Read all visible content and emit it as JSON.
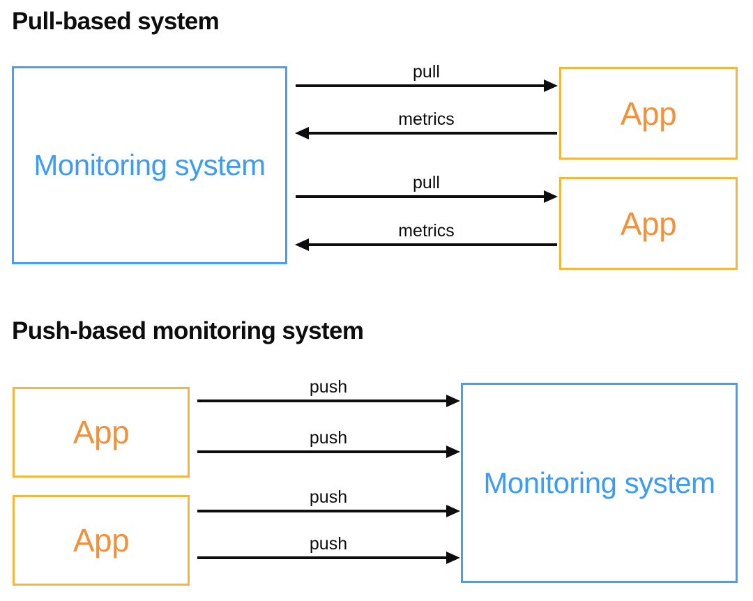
{
  "colors": {
    "blue": "#41A0F7",
    "blue_text": "#3D9BF5",
    "orange_border": "#F5B63F",
    "orange_text": "#F2913C",
    "black": "#0D0D0D",
    "background": "#FFFFFF"
  },
  "sections": [
    {
      "id": "pull",
      "title": "Pull-based system",
      "nodes": {
        "monitoring": "Monitoring system",
        "app_1": "App",
        "app_2": "App"
      },
      "arrows": [
        {
          "label": "pull",
          "direction": "right",
          "from": "monitoring",
          "to": "app_1"
        },
        {
          "label": "metrics",
          "direction": "left",
          "from": "app_1",
          "to": "monitoring"
        },
        {
          "label": "pull",
          "direction": "right",
          "from": "monitoring",
          "to": "app_2"
        },
        {
          "label": "metrics",
          "direction": "left",
          "from": "app_2",
          "to": "monitoring"
        }
      ]
    },
    {
      "id": "push",
      "title": "Push-based monitoring system",
      "nodes": {
        "app_1": "App",
        "app_2": "App",
        "monitoring": "Monitoring system"
      },
      "arrows": [
        {
          "label": "push",
          "direction": "right",
          "from": "app_1",
          "to": "monitoring"
        },
        {
          "label": "push",
          "direction": "right",
          "from": "app_1",
          "to": "monitoring"
        },
        {
          "label": "push",
          "direction": "right",
          "from": "app_2",
          "to": "monitoring"
        },
        {
          "label": "push",
          "direction": "right",
          "from": "app_2",
          "to": "monitoring"
        }
      ]
    }
  ]
}
